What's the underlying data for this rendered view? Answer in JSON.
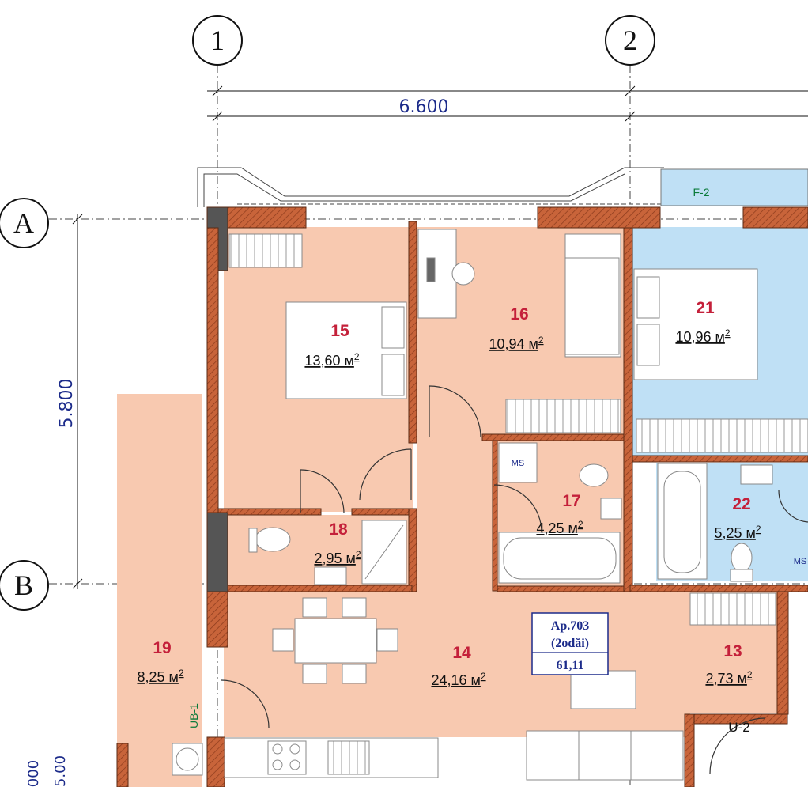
{
  "axes": {
    "col1": "1",
    "col2": "2",
    "rowA": "A",
    "rowB": "B"
  },
  "dimensions": {
    "horizontal": "6.600",
    "vertical": "5.800",
    "bottom_left_1": "000",
    "bottom_left_2": "5.00"
  },
  "rooms": [
    {
      "id": "15",
      "area": "13,60 м",
      "sup": "2"
    },
    {
      "id": "16",
      "area": "10,94 м",
      "sup": "2"
    },
    {
      "id": "21",
      "area": "10,96 м",
      "sup": "2"
    },
    {
      "id": "17",
      "area": "4,25 м",
      "sup": "2"
    },
    {
      "id": "18",
      "area": "2,95 м",
      "sup": "2"
    },
    {
      "id": "22",
      "area": "5,25 м",
      "sup": "2"
    },
    {
      "id": "19",
      "area": "8,25 м",
      "sup": "2"
    },
    {
      "id": "14",
      "area": "24,16 м",
      "sup": "2"
    },
    {
      "id": "13",
      "area": "2,73 м",
      "sup": "2"
    }
  ],
  "labels": {
    "ms_1": "MS",
    "ms_2": "MS",
    "f2": "F-2",
    "ub1": "UB-1",
    "u2": "U-2"
  },
  "apartment": {
    "line1": "Ap.703",
    "line2": "(2odăi)",
    "line3": "61,11"
  },
  "colors": {
    "wall": "#c8643a",
    "room": "#f8c9b0",
    "blue": "#bfe0f5",
    "label": "#c4203a",
    "dim": "#1c2b8a"
  }
}
